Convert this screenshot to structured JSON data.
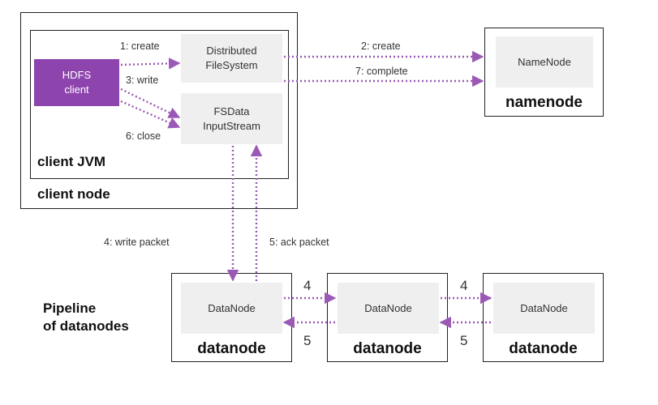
{
  "client_node": {
    "label": "client node"
  },
  "client_jvm": {
    "label": "client JVM"
  },
  "hdfs_client": {
    "label": "HDFS\nclient"
  },
  "distributed_fs": {
    "label": "Distributed\nFileSystem"
  },
  "fsdata_stream": {
    "label": "FSData\nInputStream"
  },
  "namenode_box": {
    "inner": "NameNode",
    "label": "namenode"
  },
  "pipeline": {
    "label": "Pipeline\nof datanodes"
  },
  "datanodes": [
    {
      "inner": "DataNode",
      "label": "datanode"
    },
    {
      "inner": "DataNode",
      "label": "datanode"
    },
    {
      "inner": "DataNode",
      "label": "datanode"
    }
  ],
  "steps": {
    "create1": "1: create",
    "write3": "3: write",
    "close6": "6: close",
    "create2": "2: create",
    "complete7": "7: complete",
    "write_packet4": "4: write packet",
    "ack_packet5": "5: ack packet",
    "fwd_a": "4",
    "ack_a": "5",
    "fwd_b": "4",
    "ack_b": "5"
  },
  "colors": {
    "accent": "#8e44ad",
    "arrow": "#9b59b6"
  }
}
